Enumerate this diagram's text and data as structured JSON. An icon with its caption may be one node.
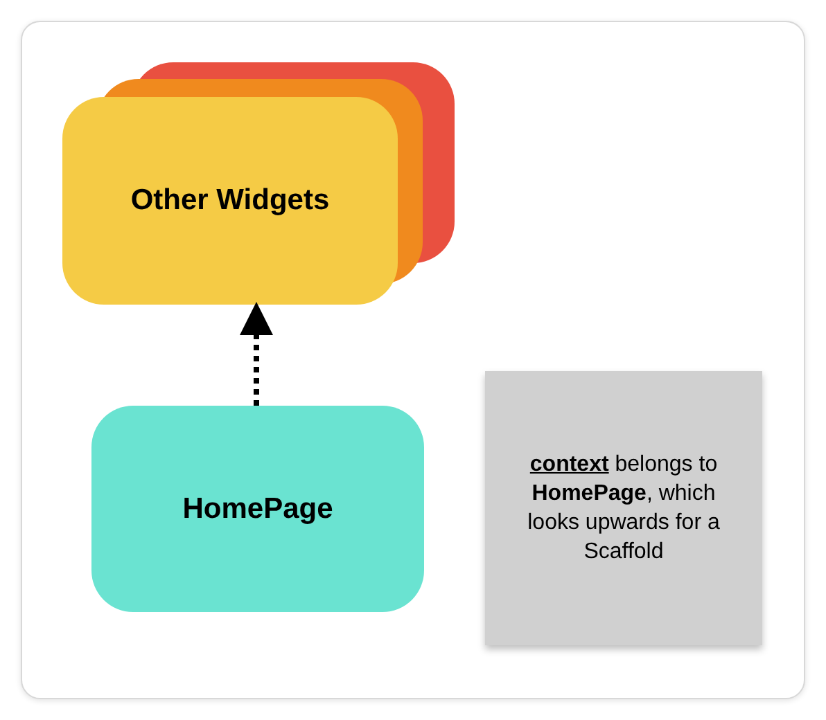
{
  "diagram": {
    "nodes": [
      {
        "text": [
          "Other Widgets"
        ]
      },
      {
        "text": [
          "HomePage"
        ]
      },
      {
        "text": [
          "**context** belongs to **HomePage**, which looks upwards for a Scaffold"
        ]
      }
    ],
    "edges": [
      {
        "from": 1,
        "to": 0,
        "arrow": "to",
        "style": "dashed"
      }
    ]
  }
}
